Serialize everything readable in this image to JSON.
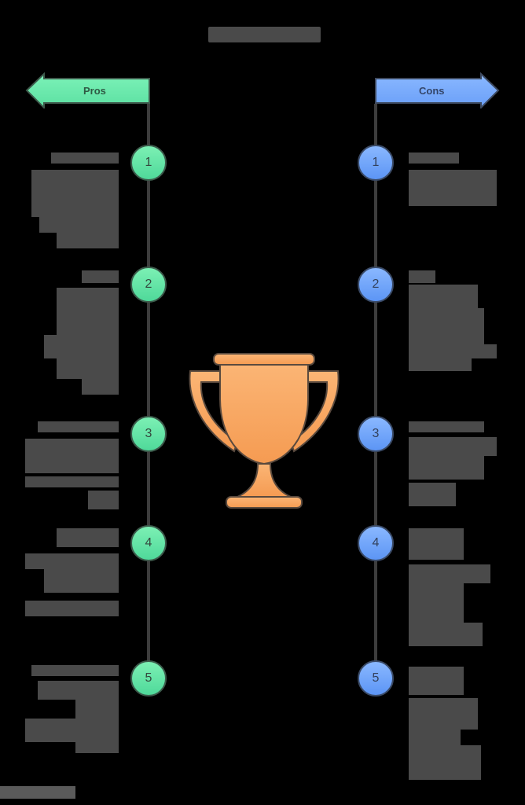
{
  "title": {
    "text": "",
    "redacted": true
  },
  "pros_arrow": {
    "label": "Pros",
    "direction": "left",
    "fill": "#6ff0b0",
    "text_color": "#2f5a44"
  },
  "cons_arrow": {
    "label": "Cons",
    "direction": "right",
    "fill": "#74a8ff",
    "text_color": "#34466a"
  },
  "pros": [
    {
      "number": "1",
      "heading_redacted": true,
      "body_redacted": true
    },
    {
      "number": "2",
      "heading_redacted": true,
      "body_redacted": true
    },
    {
      "number": "3",
      "heading_redacted": true,
      "body_redacted": true
    },
    {
      "number": "4",
      "heading_redacted": true,
      "body_redacted": true
    },
    {
      "number": "5",
      "heading_redacted": true,
      "body_redacted": true
    }
  ],
  "cons": [
    {
      "number": "1",
      "heading_redacted": true,
      "body_redacted": true
    },
    {
      "number": "2",
      "heading_redacted": true,
      "body_redacted": true
    },
    {
      "number": "3",
      "heading_redacted": true,
      "body_redacted": true
    },
    {
      "number": "4",
      "heading_redacted": true,
      "body_redacted": true
    },
    {
      "number": "5",
      "heading_redacted": true,
      "body_redacted": true
    }
  ],
  "center_icon": {
    "name": "trophy-icon",
    "fill": "#f9a862",
    "stroke": "#5a4a3e"
  },
  "colors": {
    "background": "#000000",
    "connector_line": "#3d3d3d",
    "redaction_block": "#4a4a4a"
  }
}
